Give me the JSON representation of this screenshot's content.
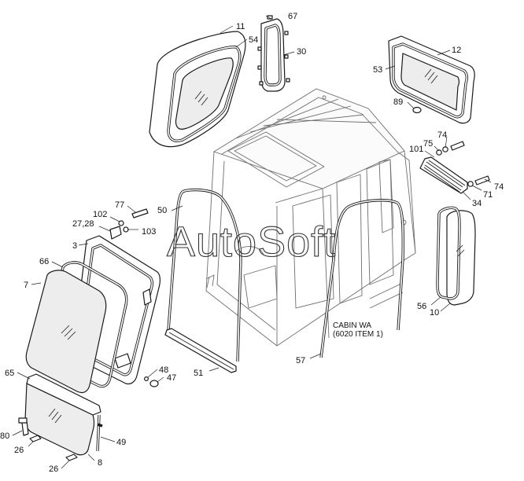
{
  "watermark": "AutoSoft",
  "cabin_note": {
    "line1": "CABIN WA",
    "line2": "(6020 ITEM 1)"
  },
  "callouts": [
    {
      "id": "c11",
      "label": "11"
    },
    {
      "id": "c54",
      "label": "54"
    },
    {
      "id": "c67",
      "label": "67"
    },
    {
      "id": "c30",
      "label": "30"
    },
    {
      "id": "c12",
      "label": "12"
    },
    {
      "id": "c53",
      "label": "53"
    },
    {
      "id": "c89",
      "label": "89"
    },
    {
      "id": "c74a",
      "label": "74"
    },
    {
      "id": "c75",
      "label": "75"
    },
    {
      "id": "c101",
      "label": "101"
    },
    {
      "id": "c74b",
      "label": "74"
    },
    {
      "id": "c71",
      "label": "71"
    },
    {
      "id": "c34",
      "label": "34"
    },
    {
      "id": "c50",
      "label": "50"
    },
    {
      "id": "c77",
      "label": "77"
    },
    {
      "id": "c102",
      "label": "102"
    },
    {
      "id": "c2728",
      "label": "27,28"
    },
    {
      "id": "c103",
      "label": "103"
    },
    {
      "id": "c3",
      "label": "3"
    },
    {
      "id": "c66",
      "label": "66"
    },
    {
      "id": "c7",
      "label": "7"
    },
    {
      "id": "c56",
      "label": "56"
    },
    {
      "id": "c10",
      "label": "10"
    },
    {
      "id": "c48",
      "label": "48"
    },
    {
      "id": "c47",
      "label": "47"
    },
    {
      "id": "c51",
      "label": "51"
    },
    {
      "id": "c57",
      "label": "57"
    },
    {
      "id": "c65",
      "label": "65"
    },
    {
      "id": "c80",
      "label": "80"
    },
    {
      "id": "c49",
      "label": "49"
    },
    {
      "id": "c26a",
      "label": "26"
    },
    {
      "id": "c26b",
      "label": "26"
    },
    {
      "id": "c8",
      "label": "8"
    }
  ]
}
